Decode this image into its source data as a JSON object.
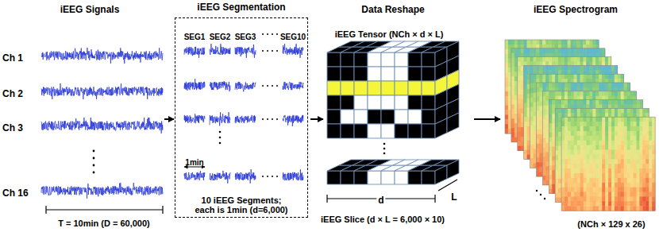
{
  "diagram": {
    "nodes": [
      {
        "text": [
          "iEEG Segmentation",
          "10 iEEG Segments; each is 1min (d=6,000)"
        ]
      }
    ],
    "labels": [
      "iEEG Signals",
      "Ch 1",
      "Ch 2",
      "Ch 3",
      "Ch 16",
      "T = 10min (D = 60,000)",
      "SEG1",
      "SEG2",
      "SEG3",
      "SEG10",
      "1min",
      "Data Reshape",
      "iEEG Tensor (NCh × d × L)",
      "d",
      "L",
      "iEEG Slice (d × L = 6,000 × 10)",
      "iEEG Spectrogram",
      "(NCh × 129 x 26)"
    ]
  }
}
